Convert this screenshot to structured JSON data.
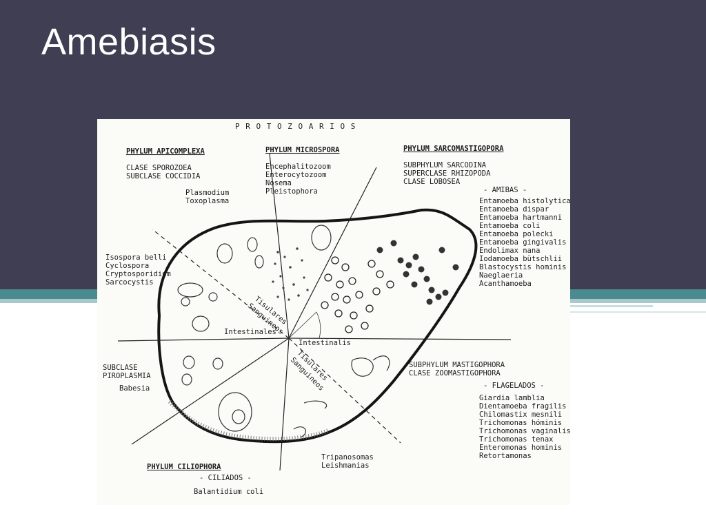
{
  "slide": {
    "title": "Amebiasis",
    "colors": {
      "header_bg": "#3f3e52",
      "accent_teal": "#4b8a8f",
      "slide_bg": "#ffffff"
    }
  },
  "figure": {
    "top_title": "P R O T O Z O A R I O S",
    "apicomplexa": {
      "heading": "PHYLUM APICOMPLEXA",
      "lines": [
        "CLASE SPOROZOEA",
        "SUBCLASE COCCIDIA"
      ],
      "blood_genera": [
        "Plasmodium",
        "Toxoplasma"
      ],
      "intestinal_genera": [
        "Isospora belli",
        "Cyclospora",
        "Cryptosporidium",
        "Sarcocystis"
      ],
      "piroplasmia": [
        "SUBCLASE",
        "PIROPLASMIA"
      ],
      "babesia": "Babesia"
    },
    "microspora": {
      "heading": "PHYLUM MICROSPORA",
      "genera": [
        "Encephalitozoom",
        "Enterocytozoom",
        "Nosema",
        "Pleistophora"
      ]
    },
    "sarcomastigophora": {
      "heading": "PHYLUM SARCOMASTIGOPORA",
      "lines": [
        "SUBPHYLUM SARCODINA",
        "SUPERCLASE RHIZOPODA",
        "CLASE LOBOSEA"
      ],
      "amibas_title": "- AMIBAS -",
      "amibas": [
        "Entamoeba histolytica",
        "Entamoeba dispar",
        "Entamoeba hartmanni",
        "Entamoeba coli",
        "Entamoeba polecki",
        "Entamoeba gingivalis",
        "Endolimax nana",
        "Iodamoeba bütschlii",
        "Blastocystis hominis",
        "Naeglaeria",
        "Acanthamoeba"
      ]
    },
    "mastigophora": {
      "lines": [
        "SUBPHYLUM MASTIGOPHORA",
        "CLASE ZOOMASTIGOPHORA"
      ],
      "flagelados_title": "- FLAGELADOS -",
      "flagelados": [
        "Giardia lamblia",
        "Dientamoeba fragilis",
        "Chilomastix mesnili",
        "Trichomonas hóminis",
        "Trichomonas vaginalis",
        "Trichomonas tenax",
        "Enteromonas hominis",
        "Retortamonas"
      ],
      "blood_genera": [
        "Tripanosomas",
        "Leishmanias"
      ]
    },
    "ciliophora": {
      "heading": "PHYLUM CILIOPHORA",
      "ciliados_title": "- CILIADOS -",
      "genus": "Balantidium coli"
    },
    "center_labels": {
      "tisulares_top": [
        "Tisulares",
        "Sanguineos"
      ],
      "intestinales": "Intestinales",
      "intestinalis": "Intestinalis",
      "tisulares_bottom": [
        "Tisulares",
        "Sanguineos"
      ]
    }
  }
}
